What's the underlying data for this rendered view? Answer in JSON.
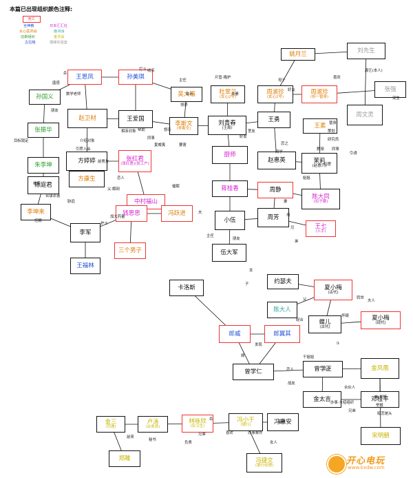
{
  "header": {
    "title": "本篇已出现组织颜色注释:"
  },
  "legend": {
    "dead": "死亡",
    "orgs": [
      {
        "label": "全神教",
        "color": "#1f4fd6"
      },
      {
        "label": "日本汇汇社",
        "color": "#d61fd0"
      },
      {
        "label": "女心医师会",
        "color": "#e07b00"
      },
      {
        "label": "南书派",
        "color": "#2aa7a0"
      },
      {
        "label": "迈斯组织",
        "color": "#2e9e2e"
      },
      {
        "label": "金氏会",
        "color": "#c8b400"
      },
      {
        "label": "古拉格",
        "color": "#3a48d8"
      },
      {
        "label": "强峰实验室",
        "color": "#999999"
      }
    ]
  },
  "nodes": [
    {
      "name": "姚月兰",
      "sub": "",
      "color": "#e07b00",
      "dead": false
    },
    {
      "name": "刘先生",
      "sub": "",
      "color": "#999999",
      "dead": false
    },
    {
      "name": "王思凤",
      "sub": "",
      "color": "#1f4fd6",
      "dead": true
    },
    {
      "name": "孙美琪",
      "sub": "",
      "color": "#1f4fd6",
      "dead": true
    },
    {
      "name": "吴大福",
      "sub": "",
      "color": "#e07b00",
      "dead": false
    },
    {
      "name": "杜翠兰",
      "sub": "(女心2号)",
      "color": "#e07b00",
      "dead": false
    },
    {
      "name": "周淑珍",
      "sub": "(女心2号)",
      "color": "#e07b00",
      "dead": false
    },
    {
      "name": "周淑珍",
      "sub": "(扮一替身)",
      "color": "#e07b00",
      "dead": true
    },
    {
      "name": "张强",
      "sub": "",
      "color": "#999999",
      "dead": false
    },
    {
      "name": "孙国义",
      "sub": "",
      "color": "#2e9e2e",
      "dead": false
    },
    {
      "name": "赵卫材",
      "sub": "",
      "color": "#e07b00",
      "dead": false
    },
    {
      "name": "王爱国",
      "sub": "",
      "color": "#111111",
      "dead": false
    },
    {
      "name": "李斯文",
      "sub": "(李斯文)",
      "color": "#e07b00",
      "dead": false
    },
    {
      "name": "刘青春",
      "sub": "(王局)",
      "color": "#111111",
      "dead": false
    },
    {
      "name": "王勇",
      "sub": "",
      "color": "#111111",
      "dead": false
    },
    {
      "name": "周文灵",
      "sub": "",
      "color": "#999999",
      "dead": false
    },
    {
      "name": "张振华",
      "sub": "",
      "color": "#2e9e2e",
      "dead": false
    },
    {
      "name": "王素",
      "sub": "",
      "color": "#e07b00",
      "dead": false
    },
    {
      "name": "方婷婷",
      "sub": "",
      "color": "#111111",
      "dead": false
    },
    {
      "name": "张红君",
      "sub": "(张红君)(张工户)",
      "color": "#d61fd0",
      "dead": true
    },
    {
      "name": "厨师",
      "sub": "",
      "color": "#d61fd0",
      "dead": false
    },
    {
      "name": "赵惠英",
      "sub": "",
      "color": "#111111",
      "dead": false
    },
    {
      "name": "茉莉",
      "sub": "(赵惠只)",
      "color": "#111111",
      "dead": false
    },
    {
      "name": "朱李坤",
      "sub": "",
      "color": "#2e9e2e",
      "dead": false
    },
    {
      "name": "陈庭君",
      "sub": "",
      "color": "#111111",
      "dead": false
    },
    {
      "name": "方康生",
      "sub": "",
      "color": "#e07b00",
      "dead": false
    },
    {
      "name": "中村福山",
      "sub": "",
      "color": "#d61fd0",
      "dead": true
    },
    {
      "name": "蒋桂香",
      "sub": "",
      "color": "#d61fd0",
      "dead": false
    },
    {
      "name": "周静",
      "sub": "",
      "color": "#111111",
      "dead": true
    },
    {
      "name": "陈大同",
      "sub": "(扣子眼)",
      "color": "#d61fd0",
      "dead": false
    },
    {
      "name": "李坤来",
      "sub": "",
      "color": "#e07b00",
      "dead": false
    },
    {
      "name": "李军",
      "sub": "",
      "color": "#111111",
      "dead": false
    },
    {
      "name": "钱思思",
      "sub": "",
      "color": "#d61fd0",
      "dead": true
    },
    {
      "name": "冯跃进",
      "sub": "",
      "color": "#e07b00",
      "dead": true
    },
    {
      "name": "小伍",
      "sub": "",
      "color": "#111111",
      "dead": false
    },
    {
      "name": "周芳",
      "sub": "",
      "color": "#111111",
      "dead": false
    },
    {
      "name": "王七",
      "sub": "(入手)",
      "color": "#d61fd0",
      "dead": true
    },
    {
      "name": "王福林",
      "sub": "",
      "color": "#1f4fd6",
      "dead": false
    },
    {
      "name": "伍大军",
      "sub": "",
      "color": "#111111",
      "dead": false
    },
    {
      "name": "三个男子",
      "sub": "",
      "color": "#e07b00",
      "dead": true
    },
    {
      "name": "约瑟夫",
      "sub": "",
      "color": "#111111",
      "dead": false
    },
    {
      "name": "卡洛斯",
      "sub": "",
      "color": "#111111",
      "dead": false
    },
    {
      "name": "夏小梅",
      "sub": "(古代)",
      "color": "#111111",
      "dead": true
    },
    {
      "name": "陈大人",
      "sub": "",
      "color": "#2aa7a0",
      "dead": false
    },
    {
      "name": "蝶儿",
      "sub": "(古代)",
      "color": "#111111",
      "dead": false
    },
    {
      "name": "夏小梅",
      "sub": "(现代)",
      "color": "#111111",
      "dead": true
    },
    {
      "name": "郎威",
      "sub": "",
      "color": "#1f4fd6",
      "dead": true
    },
    {
      "name": "郎翼其",
      "sub": "",
      "color": "#1f4fd6",
      "dead": true
    },
    {
      "name": "曾学仁",
      "sub": "",
      "color": "#111111",
      "dead": false
    },
    {
      "name": "曾学正",
      "sub": "",
      "color": "#111111",
      "dead": false
    },
    {
      "name": "金凤凰",
      "sub": "",
      "color": "#c8b400",
      "dead": false
    },
    {
      "name": "金太吉",
      "sub": "",
      "color": "#111111",
      "dead": false
    },
    {
      "name": "邓桂平",
      "sub": "",
      "color": "#111111",
      "dead": false
    },
    {
      "name": "金三",
      "sub": "(司理)",
      "color": "#c8b400",
      "dead": false
    },
    {
      "name": "卢涛",
      "sub": "(业务员)",
      "color": "#c8b400",
      "dead": false
    },
    {
      "name": "林咏欣",
      "sub": "(实习生)",
      "color": "#c8b400",
      "dead": true
    },
    {
      "name": "冯小于",
      "sub": "(银行)",
      "color": "#c8b400",
      "dead": false
    },
    {
      "name": "冯惠安",
      "sub": "",
      "color": "#111111",
      "dead": false
    },
    {
      "name": "宋明朝",
      "sub": "",
      "color": "#c8b400",
      "dead": false
    },
    {
      "name": "郑雕",
      "sub": "",
      "color": "#c8b400",
      "dead": false
    },
    {
      "name": "冯捷文",
      "sub": "(银行经理)",
      "color": "#c8b400",
      "dead": false
    }
  ],
  "relations": [
    "杀",
    "唐感",
    "数学老师",
    "朋友",
    "收买",
    "主任",
    "会计",
    "领养",
    "想杀",
    "夏威夷",
    "同事",
    "帮助",
    "相亲对象",
    "介绍对象",
    "引荐入会",
    "前男友",
    "恋人",
    "父·解剖",
    "加大药量",
    "护士",
    "催眠",
    "打斗",
    "片管·掩护",
    "夫妻",
    "母子",
    "好友",
    "喜欢",
    "周乞(本人)",
    "双生",
    "替身",
    "策划",
    "研究员",
    "同事",
    "引诱",
    "教授",
    "经理",
    "姐姐",
    "恋之",
    "同学",
    "室友",
    "好友",
    "要害",
    "目标锁定",
    "被害",
    "合谋杀害",
    "挖眼",
    "胁迫",
    "朋友",
    "主任",
    "夫",
    "妻",
    "母",
    "兄",
    "弟",
    "女",
    "子",
    "父",
    "配合",
    "斗",
    "怀疑",
    "转世",
    "夫人",
    "发现",
    "嫁",
    "干姐姐",
    "儿子",
    "恋人",
    "合伙人",
    "办事·介绍组织",
    "兄弟",
    "战友",
    "兄弟",
    "杀",
    "负责",
    "喜欢",
    "办事案件",
    "女人",
    "借款",
    "妹·举报",
    "举报",
    "暗恋是从",
    "前来",
    "秘书",
    "关系",
    "同学"
  ],
  "watermark": {
    "name": "开心电玩",
    "url": "www.kxdw.com"
  }
}
